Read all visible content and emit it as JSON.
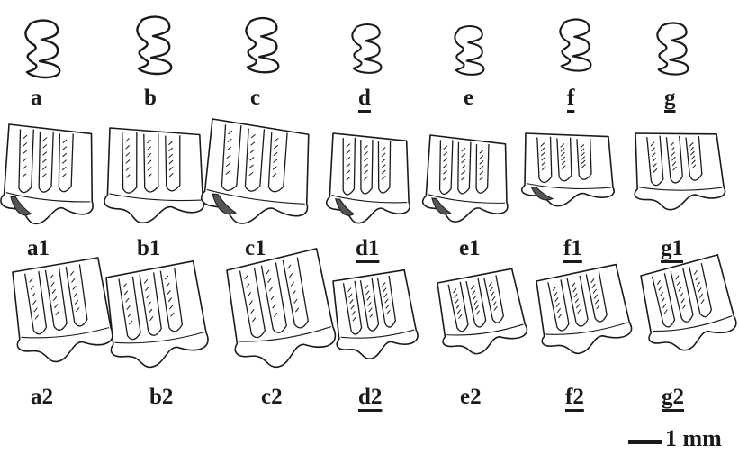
{
  "colors": {
    "ink": "#1a1a1a",
    "fill": "#555555",
    "paper": "#ffffff"
  },
  "specimens": [
    {
      "id": "a",
      "label": "a",
      "label_lateral": "a1",
      "label_medial": "a2",
      "scalebar": false,
      "dark_patch": true
    },
    {
      "id": "b",
      "label": "b",
      "label_lateral": "b1",
      "label_medial": "b2",
      "scalebar": false,
      "dark_patch": false
    },
    {
      "id": "c",
      "label": "c",
      "label_lateral": "c1",
      "label_medial": "c2",
      "scalebar": false,
      "dark_patch": true
    },
    {
      "id": "d",
      "label": "d",
      "label_lateral": "d1",
      "label_medial": "d2",
      "scalebar": true,
      "dark_patch": true
    },
    {
      "id": "e",
      "label": "e",
      "label_lateral": "e1",
      "label_medial": "e2",
      "scalebar": false,
      "dark_patch": true
    },
    {
      "id": "f",
      "label": "f",
      "label_lateral": "f1",
      "label_medial": "f2",
      "scalebar": true,
      "dark_patch": true
    },
    {
      "id": "g",
      "label": "g",
      "label_lateral": "g1",
      "label_medial": "g2",
      "scalebar": true,
      "dark_patch": false
    }
  ],
  "scale": {
    "label": "1 mm"
  }
}
